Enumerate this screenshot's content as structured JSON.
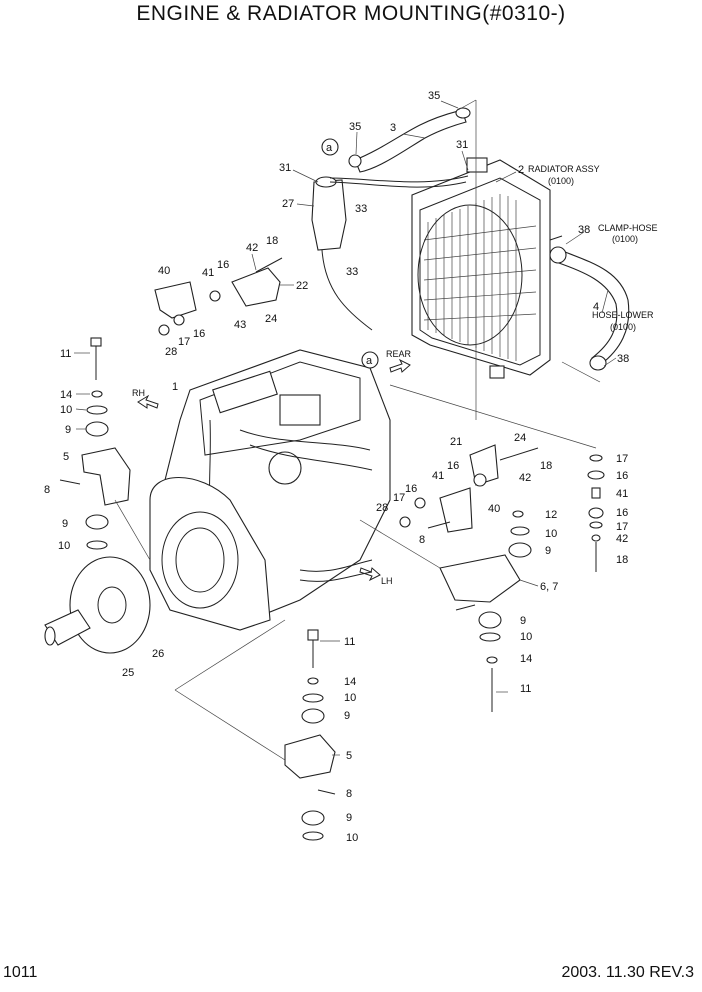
{
  "header": {
    "title": "ENGINE & RADIATOR MOUNTING(#0310-)"
  },
  "footer": {
    "page_number": "1011",
    "revision": "2003. 11.30  REV.3"
  },
  "captions": {
    "radiator_assy": "RADIATOR ASSY",
    "radiator_code": "(0100)",
    "clamp_hose": "CLAMP-HOSE",
    "clamp_code": "(0100)",
    "hose_lower": "HOSE-LOWER",
    "hose_code": "(0100)",
    "rear": "REAR",
    "rh": "RH",
    "lh": "LH",
    "ref_a": "a"
  },
  "callouts": [
    "35",
    "35",
    "3",
    "31",
    "31",
    "2",
    "27",
    "33",
    "33",
    "42",
    "18",
    "40",
    "41",
    "16",
    "22",
    "43",
    "24",
    "17",
    "16",
    "28",
    "38",
    "4",
    "38",
    "11",
    "14",
    "10",
    "9",
    "1",
    "5",
    "8",
    "9",
    "10",
    "26",
    "25",
    "21",
    "24",
    "18",
    "16",
    "41",
    "42",
    "17",
    "16",
    "28",
    "40",
    "12",
    "10",
    "9",
    "8",
    "6, 7",
    "9",
    "10",
    "14",
    "11",
    "17",
    "16",
    "41",
    "16",
    "17",
    "42",
    "18",
    "11",
    "14",
    "10",
    "9",
    "5",
    "8",
    "9",
    "10"
  ]
}
